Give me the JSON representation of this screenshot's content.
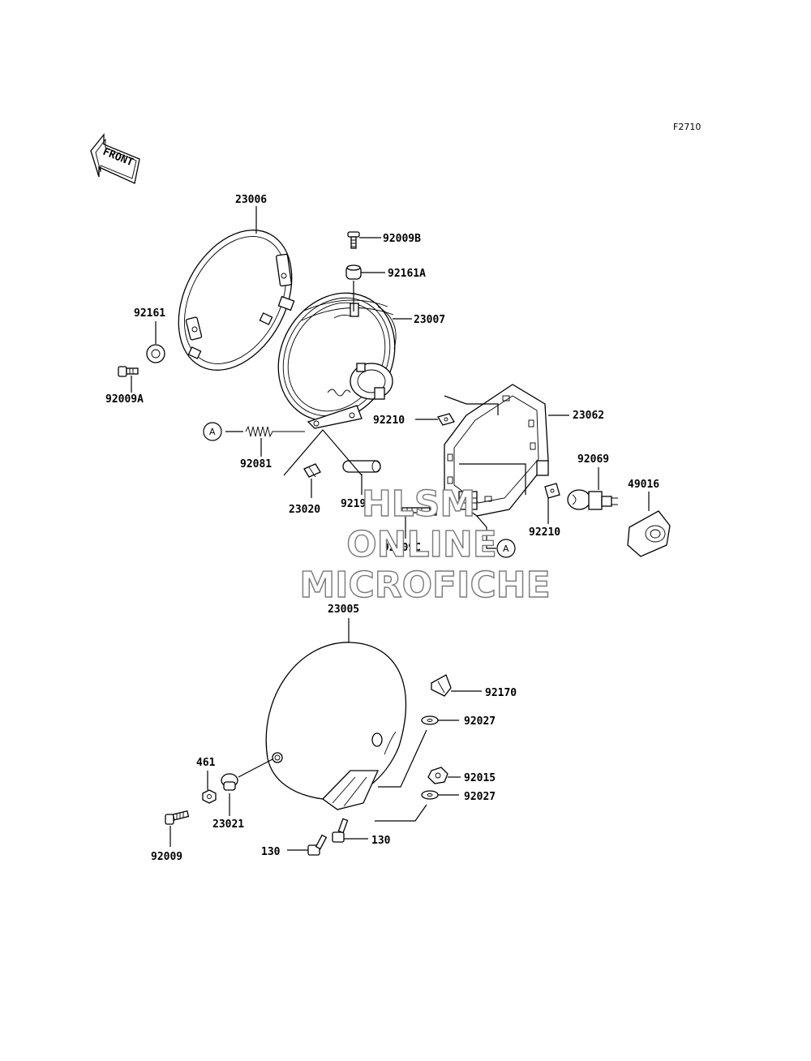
{
  "ref_id": "F2710",
  "front_arrow": "FRONT",
  "watermark": [
    "HLSM",
    "ONLINE",
    "MICROFICHE"
  ],
  "connector_ref": "A",
  "parts": [
    {
      "id": "p1",
      "label": "23006"
    },
    {
      "id": "p2",
      "label": "92009B"
    },
    {
      "id": "p3",
      "label": "92161A"
    },
    {
      "id": "p4",
      "label": "92161"
    },
    {
      "id": "p5",
      "label": "23007"
    },
    {
      "id": "p6",
      "label": "92009A"
    },
    {
      "id": "p7",
      "label": "92210"
    },
    {
      "id": "p8",
      "label": "23062"
    },
    {
      "id": "p9",
      "label": "92081"
    },
    {
      "id": "p10",
      "label": "92069"
    },
    {
      "id": "p11",
      "label": "49016"
    },
    {
      "id": "p12",
      "label": "23020"
    },
    {
      "id": "p13",
      "label": "92191"
    },
    {
      "id": "p14",
      "label": "92210"
    },
    {
      "id": "p15",
      "label": "92009C"
    },
    {
      "id": "p16",
      "label": "23005"
    },
    {
      "id": "p17",
      "label": "92170"
    },
    {
      "id": "p18",
      "label": "92027"
    },
    {
      "id": "p19",
      "label": "461"
    },
    {
      "id": "p20",
      "label": "92015"
    },
    {
      "id": "p21",
      "label": "92027"
    },
    {
      "id": "p22",
      "label": "23021"
    },
    {
      "id": "p23",
      "label": "130"
    },
    {
      "id": "p24",
      "label": "130"
    },
    {
      "id": "p25",
      "label": "92009"
    }
  ]
}
